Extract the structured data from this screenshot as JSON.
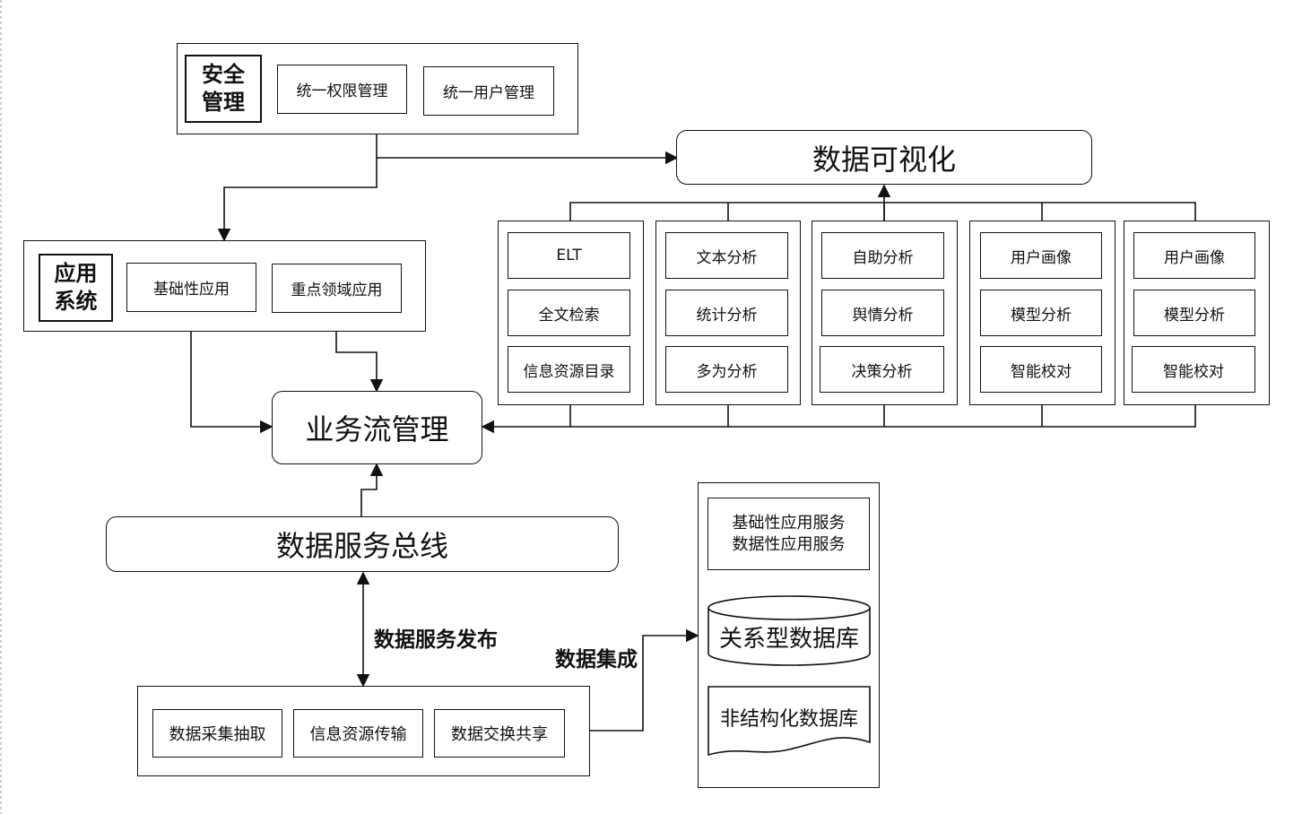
{
  "security": {
    "title_line1": "安全",
    "title_line2": "管理",
    "items": [
      "统一权限管理",
      "统一用户管理"
    ]
  },
  "visualization": {
    "title": "数据可视化"
  },
  "app_system": {
    "title_line1": "应用",
    "title_line2": "系统",
    "items": [
      "基础性应用",
      "重点领域应用"
    ]
  },
  "analysis_columns": [
    {
      "items": [
        "ELT",
        "全文检索",
        "信息资源目录"
      ]
    },
    {
      "items": [
        "文本分析",
        "统计分析",
        "多为分析"
      ]
    },
    {
      "items": [
        "自助分析",
        "舆情分析",
        "决策分析"
      ]
    },
    {
      "items": [
        "用户画像",
        "模型分析",
        "智能校对"
      ]
    },
    {
      "items": [
        "用户画像",
        "模型分析",
        "智能校对"
      ]
    }
  ],
  "workflow": {
    "title": "业务流管理"
  },
  "data_bus": {
    "title": "数据服务总线"
  },
  "labels": {
    "publish": "数据服务发布",
    "integration": "数据集成"
  },
  "collection": {
    "items": [
      "数据采集抽取",
      "信息资源传输",
      "数据交换共享"
    ]
  },
  "storage": {
    "services_line1": "基础性应用服务",
    "services_line2": "数据性应用服务",
    "relational_db": "关系型数据库",
    "unstructured_db": "非结构化数据库"
  }
}
